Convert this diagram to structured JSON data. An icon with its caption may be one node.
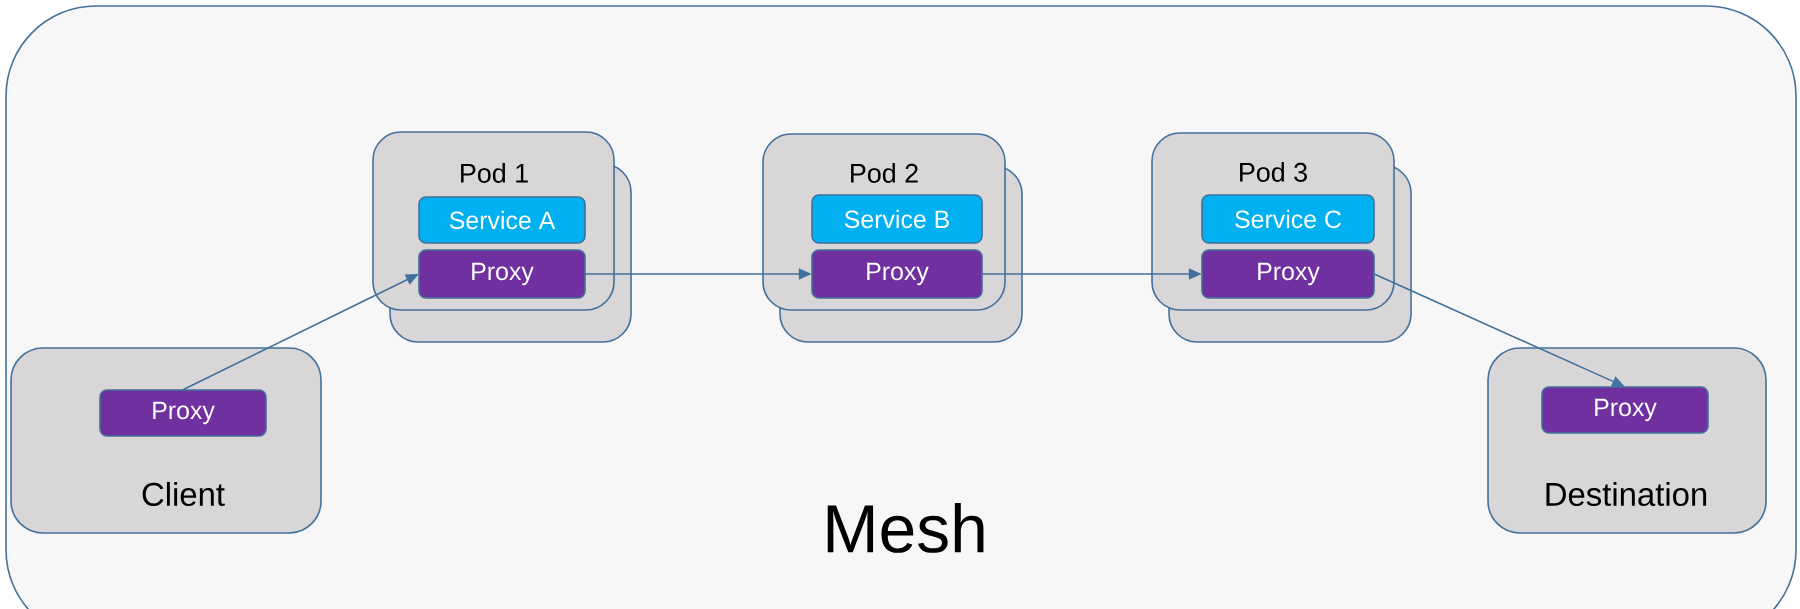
{
  "diagram": {
    "nodes": [
      {
        "text": [
          "Mesh"
        ]
      },
      {
        "text": [
          "Pod 1"
        ],
        "in": 0
      },
      {
        "text": [
          "Service A"
        ],
        "in": 1
      },
      {
        "text": [
          "Proxy"
        ],
        "in": 1
      },
      {
        "text": [
          "Pod 2"
        ],
        "in": 0
      },
      {
        "text": [
          "Service B"
        ],
        "in": 4
      },
      {
        "text": [
          "Proxy"
        ],
        "in": 4
      },
      {
        "text": [
          "Pod 3"
        ],
        "in": 0
      },
      {
        "text": [
          "Service C"
        ],
        "in": 7
      },
      {
        "text": [
          "Proxy"
        ],
        "in": 7
      },
      {
        "text": [
          "Client"
        ],
        "in": 0
      },
      {
        "text": [
          "Proxy"
        ],
        "in": 10
      },
      {
        "text": [
          "Destination"
        ],
        "in": 0
      },
      {
        "text": [
          "Proxy"
        ],
        "in": 12
      }
    ],
    "edges": [
      {
        "from": 11,
        "to": 3,
        "arrow": "to"
      },
      {
        "from": 3,
        "to": 6,
        "arrow": "to"
      },
      {
        "from": 6,
        "to": 9,
        "arrow": "to"
      },
      {
        "from": 9,
        "to": 13,
        "arrow": "to"
      }
    ]
  }
}
